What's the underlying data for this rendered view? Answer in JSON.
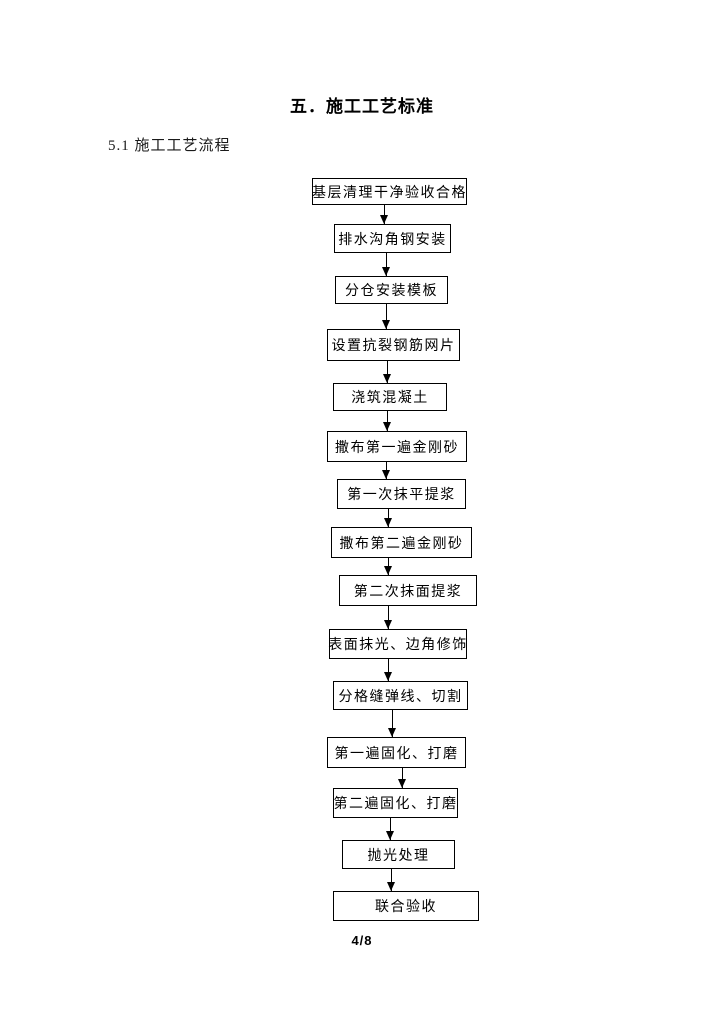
{
  "document": {
    "title": "五．施工工艺标准",
    "subtitle": "5.1 施工工艺流程",
    "page_indicator": "4/8"
  },
  "flowchart": {
    "steps": [
      {
        "label": "基层清理干净验收合格"
      },
      {
        "label": "排水沟角钢安装"
      },
      {
        "label": "分仓安装模板"
      },
      {
        "label": "设置抗裂钢筋网片"
      },
      {
        "label": "浇筑混凝土"
      },
      {
        "label": "撒布第一遍金刚砂"
      },
      {
        "label": "第一次抹平提浆"
      },
      {
        "label": "撒布第二遍金刚砂"
      },
      {
        "label": "第二次抹面提浆"
      },
      {
        "label": "表面抹光、边角修饰"
      },
      {
        "label": "分格缝弹线、切割"
      },
      {
        "label": "第一遍固化、打磨"
      },
      {
        "label": "第二遍固化、打磨"
      },
      {
        "label": "抛光处理"
      },
      {
        "label": "联合验收"
      }
    ]
  },
  "colors": {
    "background": "#ffffff",
    "text": "#000000",
    "box_border": "#000000"
  }
}
